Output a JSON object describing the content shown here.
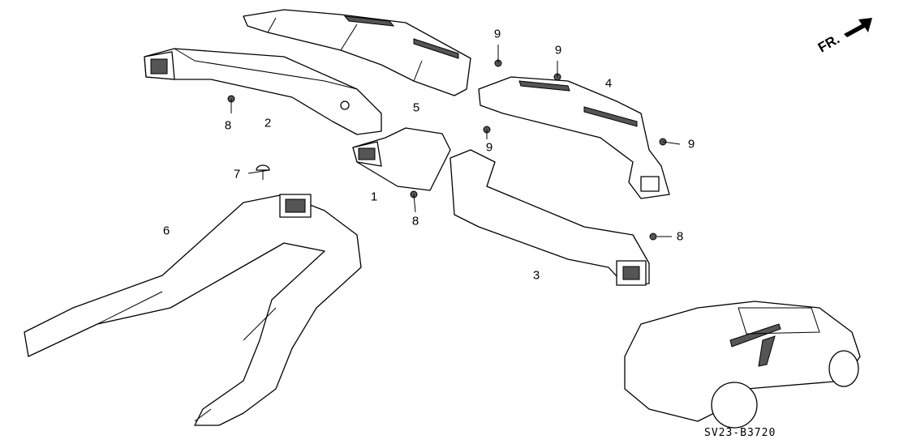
{
  "diagram_code": "SV23-B3720",
  "direction_indicator": "FR.",
  "callouts": [
    {
      "id": "callout-1",
      "label": "1",
      "part": "duct-1"
    },
    {
      "id": "callout-2",
      "label": "2",
      "part": "duct-2"
    },
    {
      "id": "callout-3",
      "label": "3",
      "part": "duct-3"
    },
    {
      "id": "callout-4",
      "label": "4",
      "part": "duct-4"
    },
    {
      "id": "callout-5",
      "label": "5",
      "part": "duct-5"
    },
    {
      "id": "callout-6",
      "label": "6",
      "part": "duct-6"
    },
    {
      "id": "callout-7",
      "label": "7",
      "part": "clip"
    },
    {
      "id": "callout-8a",
      "label": "8",
      "part": "screw"
    },
    {
      "id": "callout-8b",
      "label": "8",
      "part": "screw"
    },
    {
      "id": "callout-8c",
      "label": "8",
      "part": "screw"
    },
    {
      "id": "callout-9a",
      "label": "9",
      "part": "screw"
    },
    {
      "id": "callout-9b",
      "label": "9",
      "part": "screw"
    },
    {
      "id": "callout-9c",
      "label": "9",
      "part": "screw"
    },
    {
      "id": "callout-9d",
      "label": "9",
      "part": "screw"
    }
  ]
}
